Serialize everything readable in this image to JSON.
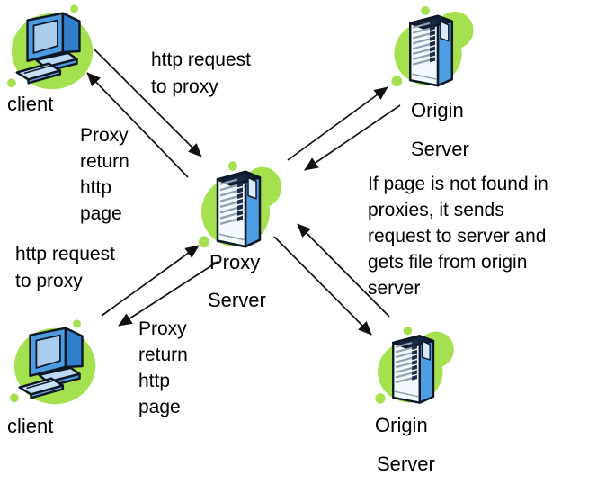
{
  "nodes": {
    "client_top": {
      "label": "client",
      "icon": "client-computer-icon"
    },
    "origin_top": {
      "line1": "Origin",
      "line2": "Server",
      "icon": "server-tower-icon"
    },
    "proxy": {
      "line1": "Proxy",
      "line2": "Server",
      "icon": "server-tower-icon"
    },
    "client_bottom": {
      "label": "client",
      "icon": "client-computer-icon"
    },
    "origin_bottom": {
      "line1": "Origin",
      "line2": "Server",
      "icon": "server-tower-icon"
    }
  },
  "annotations": {
    "request_top": "http request\nto proxy",
    "return_top": "Proxy\nreturn\nhttp\npage",
    "request_bottom": "http request\nto proxy",
    "return_bottom": "Proxy\nreturn\nhttp\npage",
    "note": "If page is not found in\nproxies, it sends\nrequest to server and\ngets file from origin\nserver"
  },
  "colors": {
    "blob_green": "#A5E14E",
    "server_blue": "#4D9EE3",
    "screen_light_blue": "#A8CDEE",
    "outline": "#0E1726",
    "arrow": "#111111",
    "text": "#000000",
    "background": "#FFFFFF"
  }
}
